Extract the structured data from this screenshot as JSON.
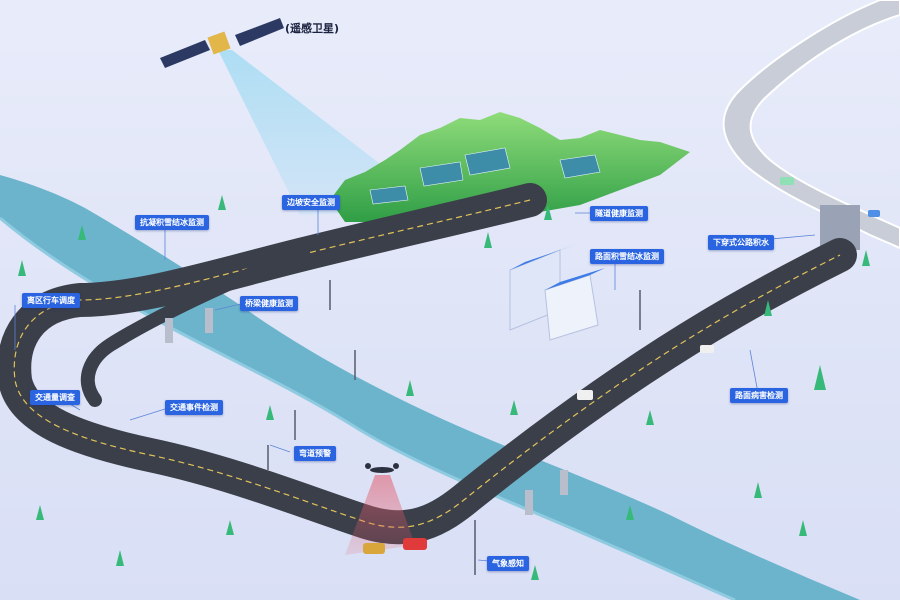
{
  "satellite": {
    "label": "(遥感卫星)"
  },
  "callouts": {
    "slope": "边坡安全监测",
    "anti_icing": "抗凝积雪结冰监测",
    "tunnel": "隧道健康监测",
    "road_icing": "路面积雪结冰监测",
    "underpass": "下穿式公路积水",
    "dispatch": "离区行车调度",
    "bridge": "桥梁健康监测",
    "traffic_survey": "交通量调查",
    "incident": "交通事件检测",
    "lane_warning": "弯道预警",
    "pavement": "路面病害检测",
    "weather": "气象感知"
  },
  "colors": {
    "callout_bg": "#2a64e0",
    "road": "#3b3f4a",
    "river": "#6bb4cc",
    "hill": "#4cb954",
    "background": "#e2e7f8"
  }
}
